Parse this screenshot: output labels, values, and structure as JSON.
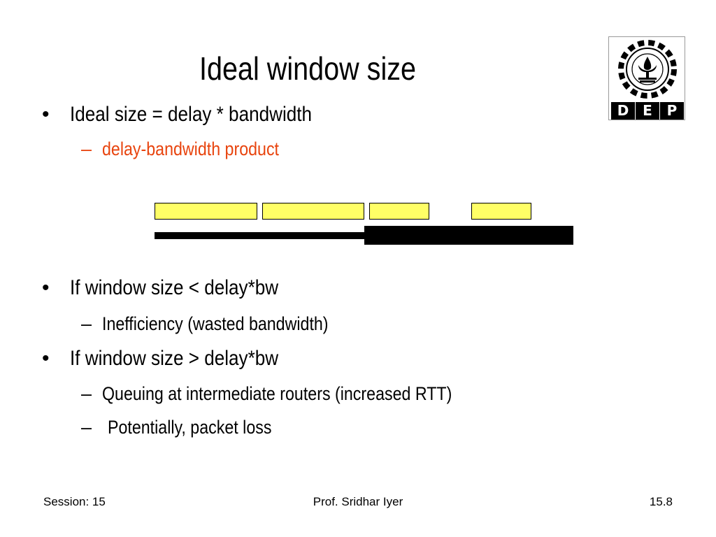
{
  "slide": {
    "title": "Ideal window size",
    "bullets": [
      {
        "text": "Ideal size = delay * bandwidth",
        "subs": [
          {
            "text": "delay-bandwidth product"
          }
        ]
      },
      {
        "text": "If window size < delay*bw",
        "subs": [
          {
            "text": "Inefficiency (wasted bandwidth)"
          }
        ]
      },
      {
        "text": "If window size > delay*bw",
        "subs": [
          {
            "text": "Queuing at intermediate routers (increased RTT)"
          },
          {
            "text": "Potentially, packet loss"
          }
        ]
      }
    ],
    "bullet_glyph": "•",
    "dash_glyph": "–"
  },
  "diagram": {
    "packet_color": "#ffff66",
    "link_color": "#000000"
  },
  "logo": {
    "letters": [
      "D",
      "E",
      "P"
    ],
    "icon": "iit-bombay-gear-emblem-icon"
  },
  "footer": {
    "session": "Session: 15",
    "author": "Prof. Sridhar Iyer",
    "page": "15.8"
  },
  "colors": {
    "subpoint_highlight": "#e8440e",
    "text": "#000000"
  }
}
